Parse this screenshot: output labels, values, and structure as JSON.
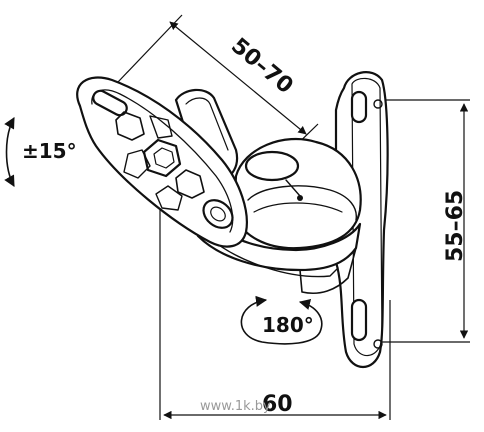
{
  "dimensions": {
    "arm_length": "50–70",
    "height": "55–65",
    "width": "60"
  },
  "rotation": {
    "tilt": "±15°",
    "swivel": "180°"
  },
  "watermark": "www.1k.by",
  "colors": {
    "line": "#111111",
    "background": "#ffffff"
  }
}
